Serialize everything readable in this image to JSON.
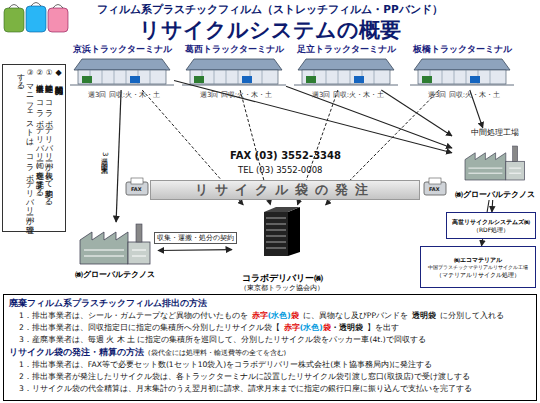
{
  "diagram": {
    "title": "リサイクルシステムの概要",
    "nodes": [
      {
        "text": [
          "◆ 契約関係",
          "① 処理契約等は、コラボデリバリー㈱が代表して契約する。",
          "② 排出事業者は、コラボデリバリー㈱に処理を委託する。",
          "③ マニフェストは、コラボデリバリー㈱が管理する。"
        ]
      },
      {
        "text": [
          "京浜トラックターミナル"
        ]
      },
      {
        "text": [
          "葛西トラックターミナル"
        ]
      },
      {
        "text": [
          "足立トラックターミナル"
        ]
      },
      {
        "text": [
          "板橋トラックターミナル"
        ]
      },
      {
        "text": [
          "リサイクル袋の発注"
        ]
      },
      {
        "text": [
          "㈱グローバルテクノス"
        ]
      },
      {
        "text": [
          "コラボデリバリー㈱",
          "（東京都トラック協会内）"
        ]
      },
      {
        "text": [
          "中間処理工場",
          "㈱グローバルテクノス"
        ]
      },
      {
        "text": [
          "高世リサイクルシステムズ㈱",
          "（RDF処理）"
        ]
      },
      {
        "text": [
          "㈱エコマテリアル",
          "中国プラスチックマテリアルリサイクル工場",
          "（マテリアルリサイクル処理）"
        ]
      },
      {
        "text": [
          "廃棄フィルム系プラスチックフィルム排出の方法",
          "1．排出事業者は、シール・ガムテープなど異物の付いたものを",
          "赤字",
          "(水色)",
          "袋",
          "に、異物なし及びPPバンドを",
          "透明袋",
          "に分別して入れる",
          "2．排出事業者は、回収指定日に指定の集積所へ分別したリサイクル袋【",
          "赤字",
          "(水色)",
          "袋",
          "・透明袋",
          "】を出す",
          "3．産廃事業者は、毎週 火 木 土 に指定の集積所を巡回して、分別したリサイクル袋をパッカー車(4t.)で回収する",
          "リサイクル袋の発注・精算の方法",
          "(袋代金には処理料・輸送費等の全てを含む)",
          "1．排出事業者は、FAX等で必要セット数(1セット10袋入)をコラボデリバリー株式会社(東ト協事務局内)に発注する",
          "2．排出事業者が発注したリサイクル袋は、各トラックターミナルに設置したリサイクル袋引渡し窓口(取扱店)で受け渡しする",
          "3．リサイクル袋の代金精算は、月末集計のうえ翌月初に請求、請求月末までに指定の銀行口座に振り込んで支払いを完了する"
        ]
      }
    ],
    "edges": [
      {
        "from": 1,
        "to": 7,
        "arrow": "to"
      },
      {
        "from": 2,
        "to": 7,
        "arrow": "to"
      },
      {
        "from": 3,
        "to": 7,
        "arrow": "to"
      },
      {
        "from": 4,
        "to": 7,
        "arrow": "to"
      },
      {
        "from": 1,
        "to": 8,
        "arrow": "to"
      },
      {
        "from": 2,
        "to": 8,
        "arrow": "to"
      },
      {
        "from": 3,
        "to": 8,
        "arrow": "to"
      },
      {
        "from": 4,
        "to": 8,
        "arrow": "to"
      },
      {
        "from": 1,
        "to": 6,
        "label": "週3回 回収:火・木・土",
        "arrow": "to"
      },
      {
        "from": 6,
        "to": 7,
        "label": "収集・運搬・処分の契約",
        "arrow": "both"
      },
      {
        "from": 8,
        "to": 9,
        "arrow": "to"
      },
      {
        "from": 8,
        "to": 10,
        "arrow": "to"
      }
    ],
    "labels": [
      "フィルム系プラスチックフィルム（ストレッチフィルム・PPバンド）",
      "FAX (03) 3552-3348",
      "TEL (03) 3552-0008",
      "週3回 回収:火・木・土",
      "週3回 回収:火・木・土",
      "週3回 回収:火・木・土",
      "週3回 回収:火・木・土",
      "FAX",
      "FAX"
    ]
  }
}
